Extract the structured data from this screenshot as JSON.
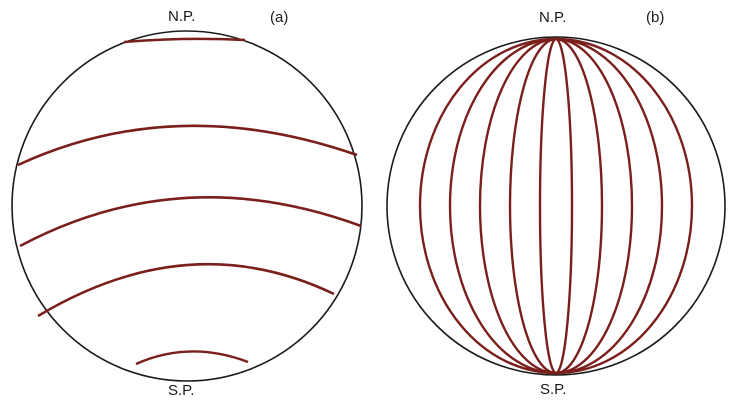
{
  "figure_a": {
    "panel_label": "(a)",
    "north_label": "N.P.",
    "south_label": "S.P.",
    "description_lines": "latitude-like circles (parallels) on sphere"
  },
  "figure_b": {
    "panel_label": "(b)",
    "north_label": "N.P.",
    "south_label": "S.P."
  },
  "colors": {
    "outline": "#1a1a1a",
    "curve": "#7a1f1c"
  }
}
